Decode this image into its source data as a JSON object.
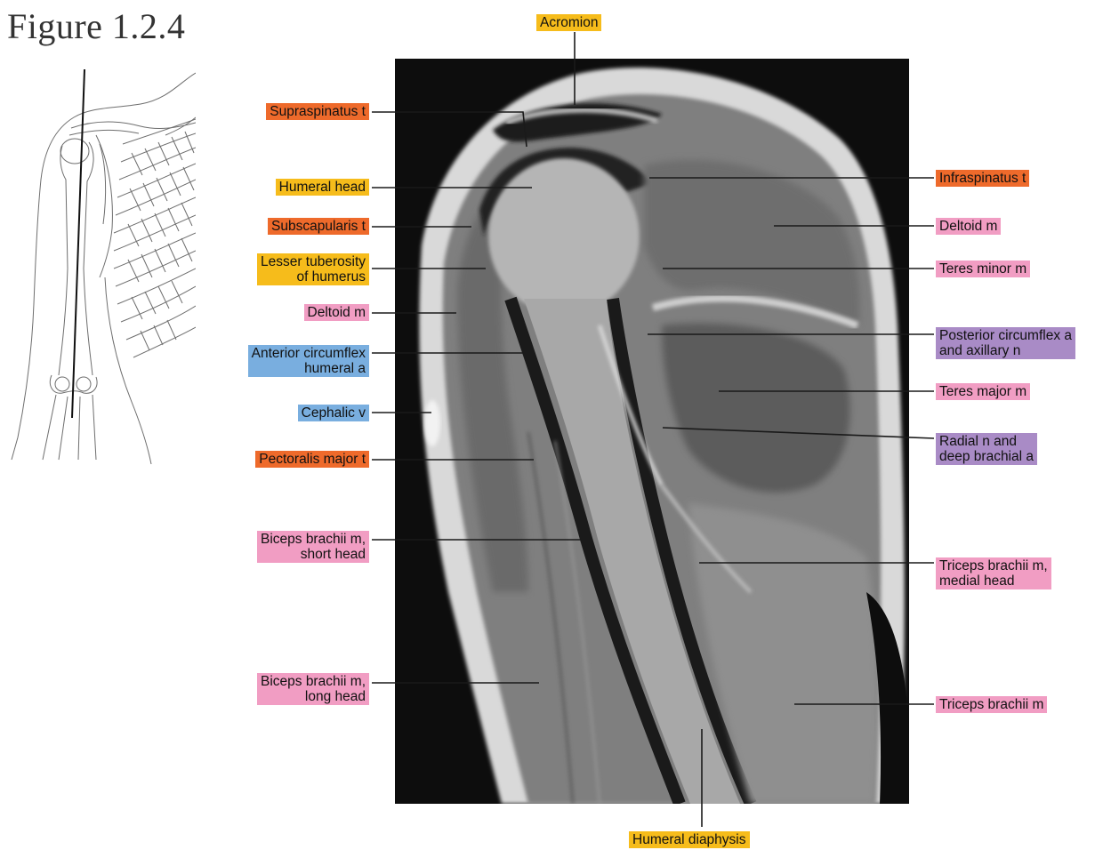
{
  "figure_title": "Figure 1.2.4",
  "colors": {
    "yellow": "#F6BC1B",
    "orange": "#EE6A2B",
    "pink": "#F19DC3",
    "blue": "#79AEDF",
    "purple": "#A98BC6",
    "leader": "#1a1a1a",
    "mri_background": "#0d0d0d"
  },
  "labels": {
    "acromion": {
      "lines": [
        "Acromion"
      ],
      "color": "yellow"
    },
    "supraspinatus": {
      "lines": [
        "Supraspinatus t"
      ],
      "color": "orange"
    },
    "humeral_head": {
      "lines": [
        "Humeral head"
      ],
      "color": "yellow"
    },
    "subscapularis": {
      "lines": [
        "Subscapularis t"
      ],
      "color": "orange"
    },
    "lesser_tuberosity": {
      "lines": [
        "Lesser tuberosity",
        "of humerus"
      ],
      "color": "yellow"
    },
    "deltoid_left": {
      "lines": [
        "Deltoid m"
      ],
      "color": "pink"
    },
    "anterior_circumflex": {
      "lines": [
        "Anterior circumflex",
        "humeral a"
      ],
      "color": "blue"
    },
    "cephalic": {
      "lines": [
        "Cephalic v"
      ],
      "color": "blue"
    },
    "pectoralis": {
      "lines": [
        "Pectoralis major t"
      ],
      "color": "orange"
    },
    "biceps_short": {
      "lines": [
        "Biceps brachii m,",
        "short head"
      ],
      "color": "pink"
    },
    "biceps_long": {
      "lines": [
        "Biceps brachii m,",
        "long head"
      ],
      "color": "pink"
    },
    "humeral_diaphysis": {
      "lines": [
        "Humeral diaphysis"
      ],
      "color": "yellow"
    },
    "infraspinatus": {
      "lines": [
        "Infraspinatus t"
      ],
      "color": "orange"
    },
    "deltoid_right": {
      "lines": [
        "Deltoid m"
      ],
      "color": "pink"
    },
    "teres_minor": {
      "lines": [
        "Teres minor m"
      ],
      "color": "pink"
    },
    "posterior_circumflex": {
      "lines": [
        "Posterior circumflex a",
        "and axillary n"
      ],
      "color": "purple"
    },
    "teres_major": {
      "lines": [
        "Teres major m"
      ],
      "color": "pink"
    },
    "radial_n": {
      "lines": [
        "Radial n and",
        "deep brachial a"
      ],
      "color": "purple"
    },
    "triceps_medial": {
      "lines": [
        "Triceps brachii m,",
        "medial head"
      ],
      "color": "pink"
    },
    "triceps": {
      "lines": [
        "Triceps brachii m"
      ],
      "color": "pink"
    }
  }
}
